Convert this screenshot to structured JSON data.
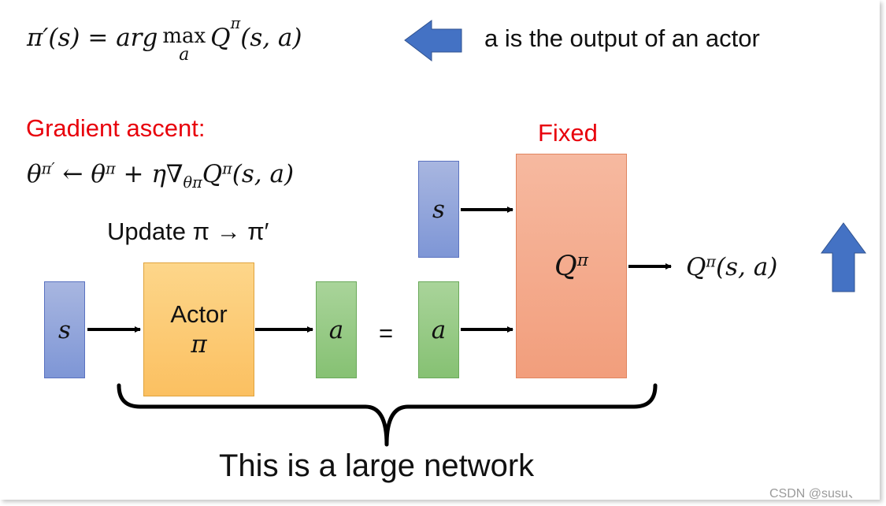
{
  "top_formula": {
    "lhs": "π′(s) = arg",
    "max_word": "max",
    "max_sub": "a",
    "rhs_q": "Q",
    "rhs_q_sup": "π",
    "rhs_args": "(s, a)"
  },
  "actor_note": "a is the output of an actor",
  "gradient": {
    "title": "Gradient ascent:",
    "theta": "θ",
    "theta_sup": "π′",
    "update_rhs": "← θ",
    "update_rhs_sup": "π",
    "plus_eta": "+ η∇",
    "nabla_sub": "θπ",
    "q": "Q",
    "q_sup": "π",
    "q_args": "(s, a)"
  },
  "update_label": "Update π → π′",
  "fixed_label": "Fixed",
  "boxes": {
    "s_input": "s",
    "actor_name": "Actor",
    "actor_pi": "π",
    "a_output": "a",
    "equals": "=",
    "a_input": "a",
    "s_top": "s",
    "q_name": "Q",
    "q_sup": "π"
  },
  "output": {
    "q": "Q",
    "q_sup": "π",
    "args": "(s, a)"
  },
  "brace_caption": "This is a large network",
  "watermark": "CSDN @susu、",
  "colors": {
    "state_box": "#8ea2da",
    "actor_box": "#fcc96f",
    "action_box": "#92c77f",
    "critic_box": "#f4a988",
    "arrow_blue": "#4472c4",
    "accent_red": "#e8000b"
  }
}
